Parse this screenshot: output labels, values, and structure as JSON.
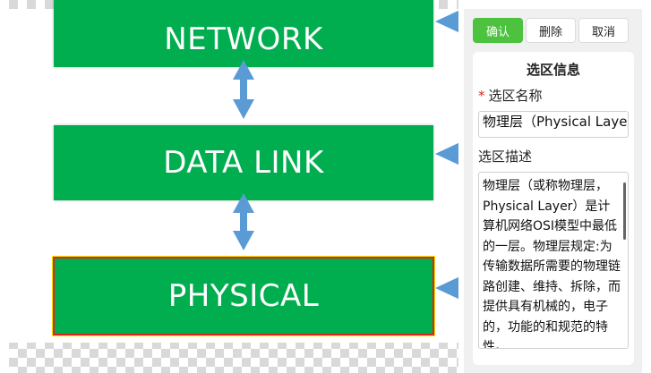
{
  "diagram": {
    "layers": [
      {
        "label": "NETWORK"
      },
      {
        "label": "DATA LINK"
      },
      {
        "label": "PHYSICAL",
        "selected": true
      }
    ],
    "colors": {
      "box": "#00ae4f",
      "arrow": "#5b9bd5",
      "selection": "#e2231a"
    }
  },
  "toolbar": {
    "confirm_label": "确认",
    "delete_label": "删除",
    "cancel_label": "取消"
  },
  "info_panel": {
    "title": "选区信息",
    "required_mark": "*",
    "name_label": "选区名称",
    "name_value": "物理层（Physical Layer）",
    "desc_label": "选区描述",
    "desc_value": "物理层（或称物理层，Physical Layer）是计算机网络OSI模型中最低的一层。物理层规定:为传输数据所需要的物理链路创建、维持、拆除，而提供具有机械的，电子的，功能的和规范的特性。"
  },
  "colors": {
    "accent": "#4cc23f"
  }
}
